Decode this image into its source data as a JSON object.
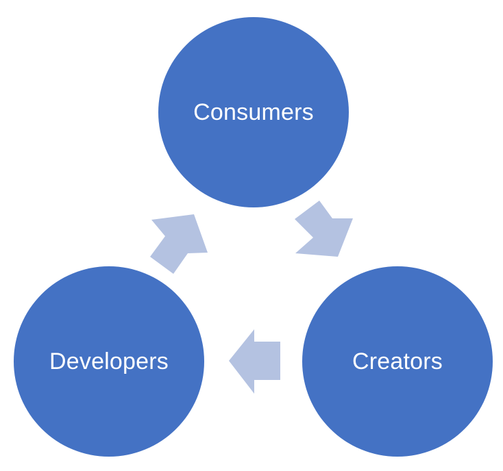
{
  "colors": {
    "node_fill": "#4472C4",
    "arrow_fill": "#B4C2E1",
    "background": "#FFFFFF"
  },
  "nodes": {
    "consumers": "Consumers",
    "developers": "Developers",
    "creators": "Creators"
  }
}
